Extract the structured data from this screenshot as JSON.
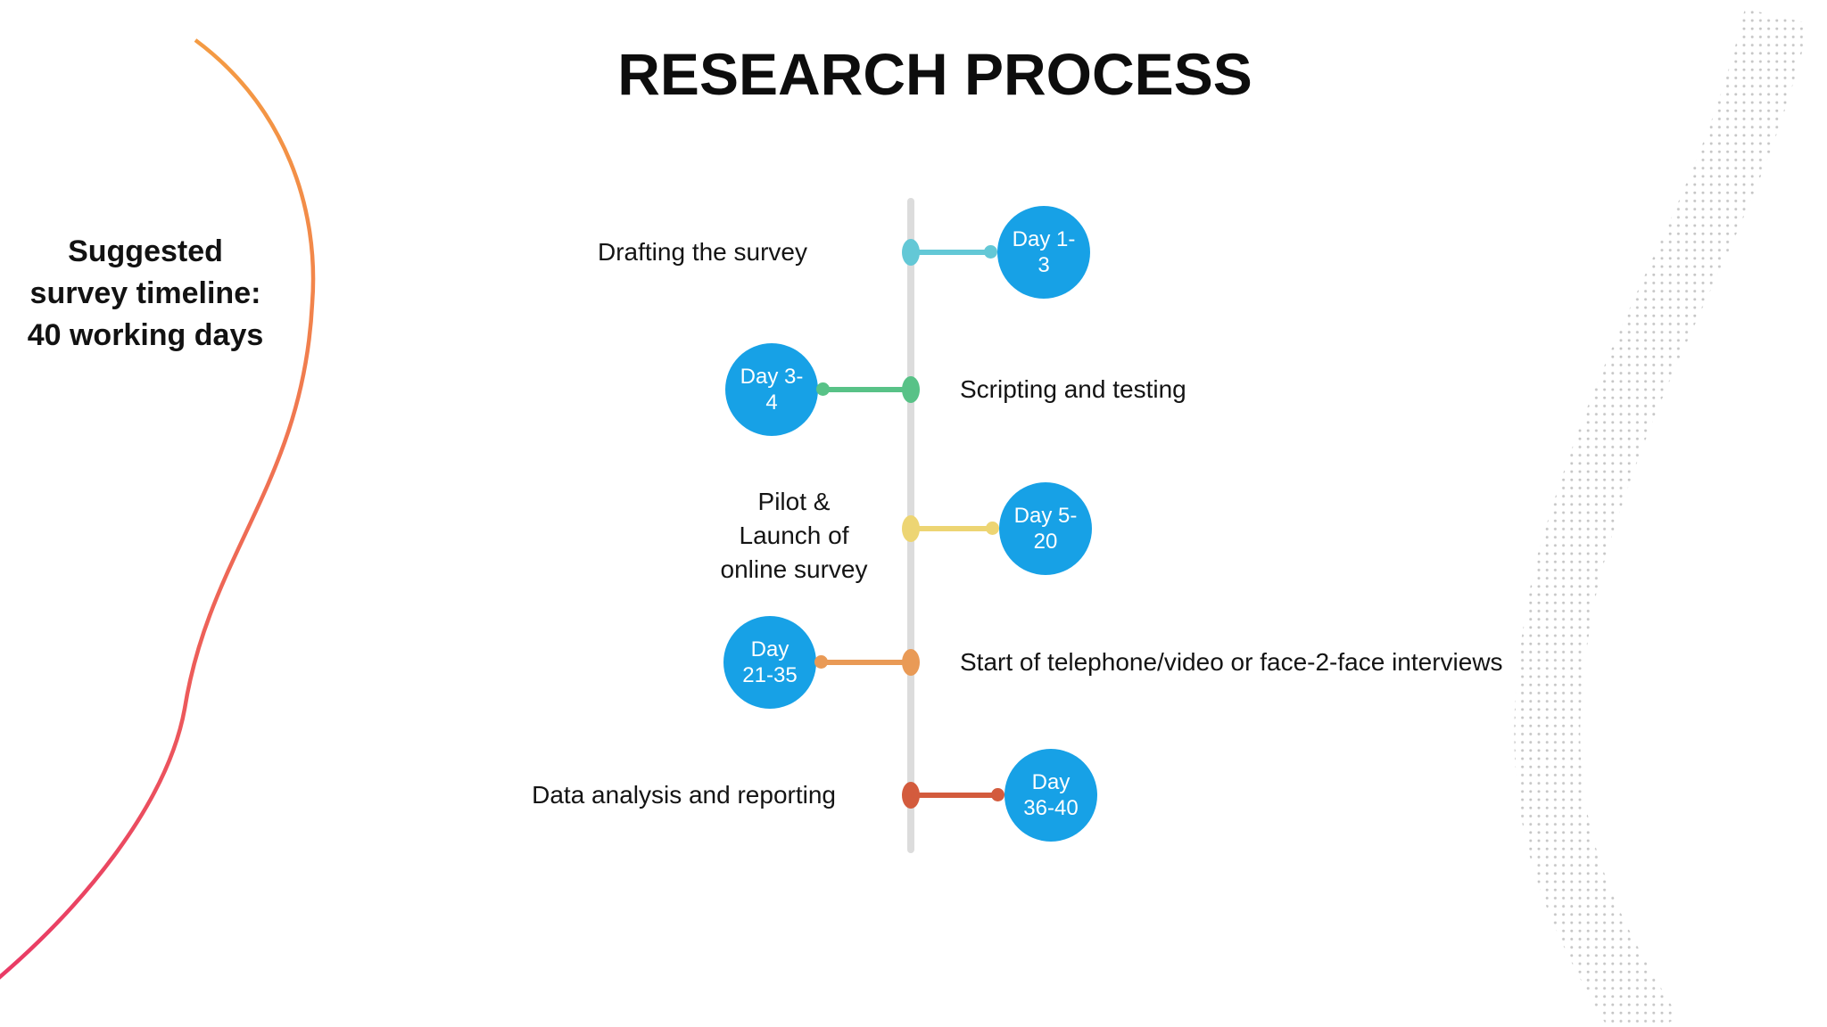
{
  "title": "RESEARCH PROCESS",
  "sidebar": {
    "lines": [
      "Suggested",
      "survey timeline:",
      "40 working days"
    ]
  },
  "timeline": {
    "bar_color": "#DCDCDC",
    "circle_color": "#17A1E6",
    "circle_text_color": "#FFFFFF",
    "rows": [
      {
        "label_lines": [
          "Drafting the survey"
        ],
        "day_top": "Day 1-",
        "day_bottom": "3",
        "connector_color": "#63C8D6",
        "side": "right"
      },
      {
        "label_lines": [
          "Scripting and testing"
        ],
        "day_top": "Day 3-",
        "day_bottom": "4",
        "connector_color": "#58C287",
        "side": "left"
      },
      {
        "label_lines": [
          "Pilot &",
          "Launch of",
          "online survey"
        ],
        "day_top": "Day 5-",
        "day_bottom": "20",
        "connector_color": "#EDD573",
        "side": "right"
      },
      {
        "label_lines": [
          "Start of telephone/video or face-2-face interviews"
        ],
        "day_top": "Day",
        "day_bottom": "21-35",
        "connector_color": "#E99A56",
        "side": "left"
      },
      {
        "label_lines": [
          "Data analysis and reporting"
        ],
        "day_top": "Day",
        "day_bottom": "36-40",
        "connector_color": "#D35B3D",
        "side": "right"
      }
    ]
  },
  "decor": {
    "dot_color": "#C6C6C6",
    "curve_top_color": "#F49B43",
    "curve_bottom_color": "#E93A66"
  }
}
